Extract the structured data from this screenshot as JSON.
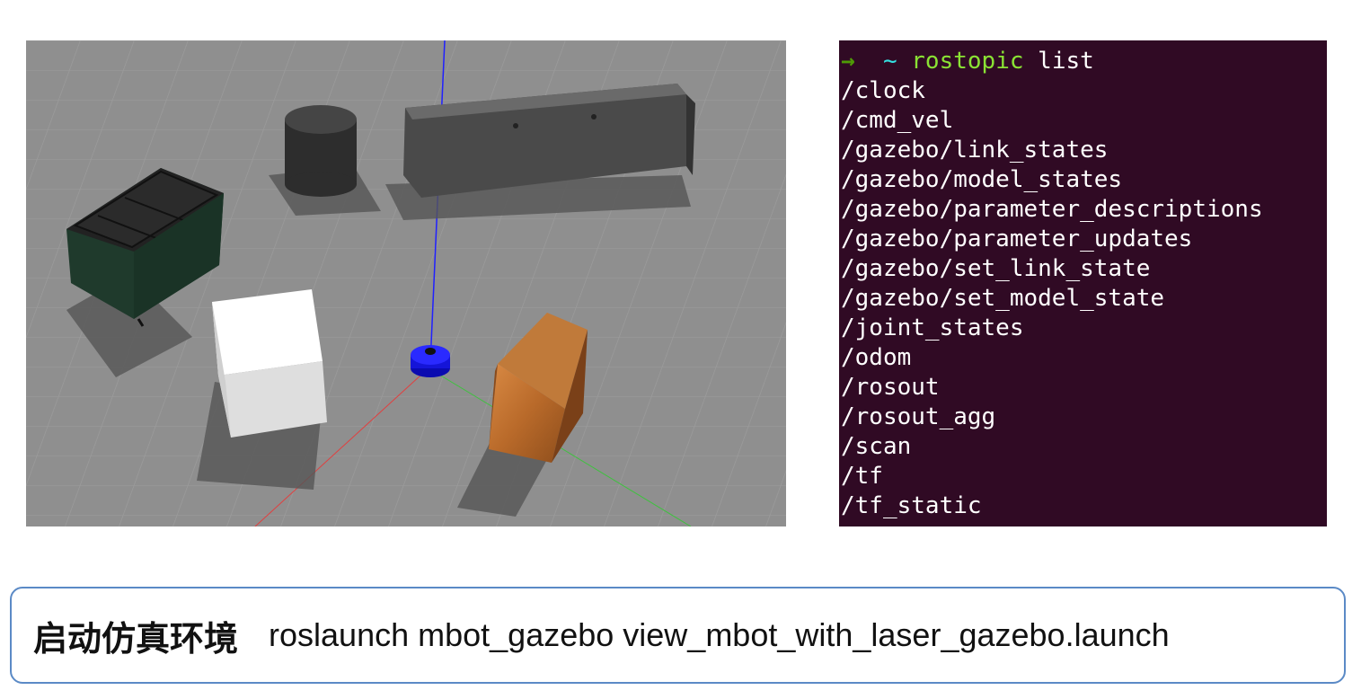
{
  "terminal": {
    "prompt_arrow": "→",
    "prompt_tilde": "~",
    "command_name": "rostopic",
    "command_args": "list",
    "topics": [
      "/clock",
      "/cmd_vel",
      "/gazebo/link_states",
      "/gazebo/model_states",
      "/gazebo/parameter_descriptions",
      "/gazebo/parameter_updates",
      "/gazebo/set_link_state",
      "/gazebo/set_model_state",
      "/joint_states",
      "/odom",
      "/rosout",
      "/rosout_agg",
      "/scan",
      "/tf",
      "/tf_static"
    ]
  },
  "caption": {
    "title": "启动仿真环境",
    "command": "roslaunch mbot_gazebo view_mbot_with_laser_gazebo.launch"
  },
  "colors": {
    "terminal_bg": "#300a24",
    "scene_ground": "#8f8f8f",
    "robot": "#1010e0",
    "caption_border": "#5b8ac6"
  }
}
